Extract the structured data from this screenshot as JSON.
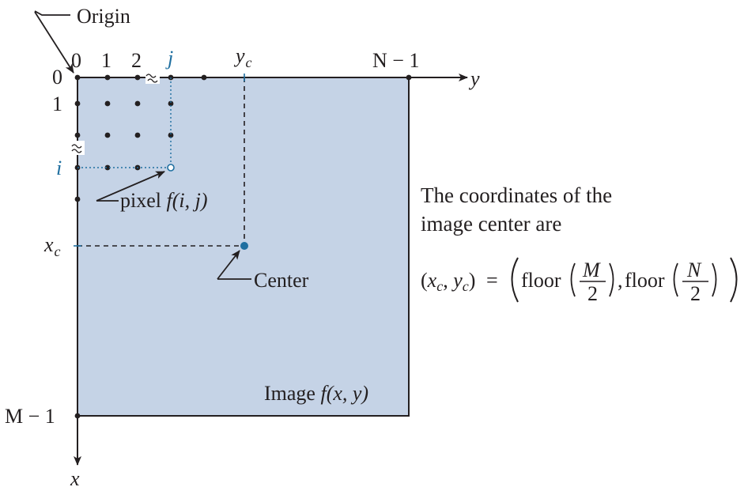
{
  "labels": {
    "origin": "Origin",
    "col0": "0",
    "col1": "1",
    "col2": "2",
    "col_j": "j",
    "col_yc_base": "y",
    "col_yc_sub": "c",
    "col_last": "N − 1",
    "y_axis": "y",
    "row0": "0",
    "row1": "1",
    "row_i": "i",
    "row_xc_base": "x",
    "row_xc_sub": "c",
    "row_last": "M − 1",
    "x_axis": "x",
    "pixel_prefix": "pixel ",
    "pixel_func": "f(i, j)",
    "center": "Center",
    "image_prefix": "Image ",
    "image_func": "f(x, y)"
  },
  "note": {
    "line1": "The coordinates of the",
    "line2": "image center are"
  },
  "formula": {
    "lhs_open": "(",
    "lhs_x": "x",
    "lhs_c1": "c",
    "lhs_comma": ", ",
    "lhs_y": "y",
    "lhs_c2": "c",
    "lhs_close": ")",
    "equals": "=",
    "floor1": "floor",
    "num1": "M",
    "den1": "2",
    "comma": ",",
    "floor2": "floor",
    "num2": "N",
    "den2": "2"
  },
  "colors": {
    "image_fill": "#c5d3e6",
    "ink": "#231f20",
    "accent": "#1f6fa0"
  }
}
